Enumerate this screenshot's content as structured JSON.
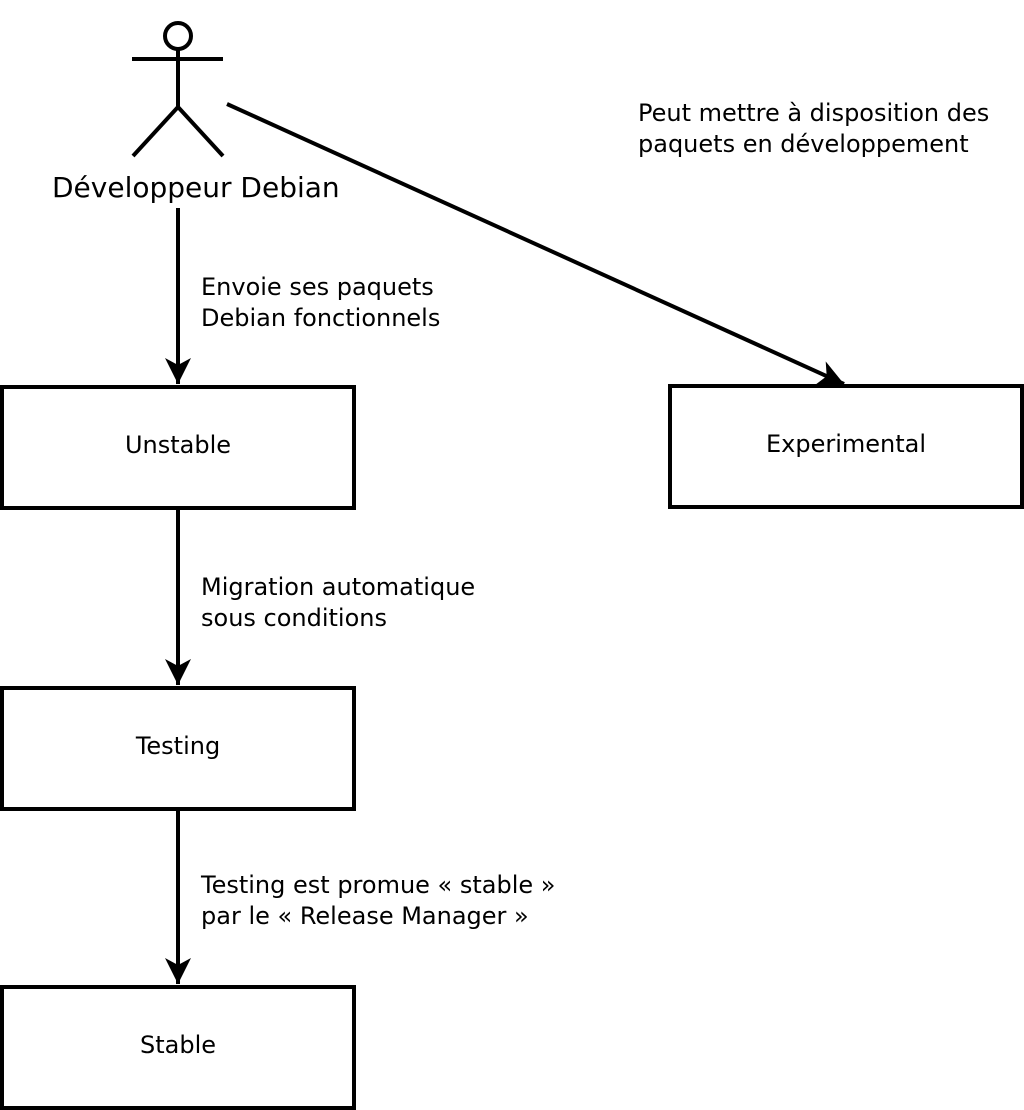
{
  "colors": {
    "ink": "#000000",
    "paper": "#ffffff"
  },
  "actor": {
    "label": "Développeur Debian"
  },
  "boxes": {
    "unstable": {
      "label": "Unstable"
    },
    "experimental": {
      "label": "Experimental"
    },
    "testing": {
      "label": "Testing"
    },
    "stable": {
      "label": "Stable"
    }
  },
  "edges": {
    "dev_to_unstable": {
      "lines": [
        "Envoie ses paquets",
        "Debian fonctionnels"
      ]
    },
    "dev_to_experimental": {
      "lines": [
        "Peut mettre à disposition des",
        "paquets en développement"
      ]
    },
    "unstable_to_testing": {
      "lines": [
        "Migration automatique",
        "sous conditions"
      ]
    },
    "testing_to_stable": {
      "lines": [
        "Testing est promue « stable »",
        "par le « Release Manager »"
      ]
    }
  },
  "icons": {
    "actor_figure": "stick-person-icon"
  }
}
